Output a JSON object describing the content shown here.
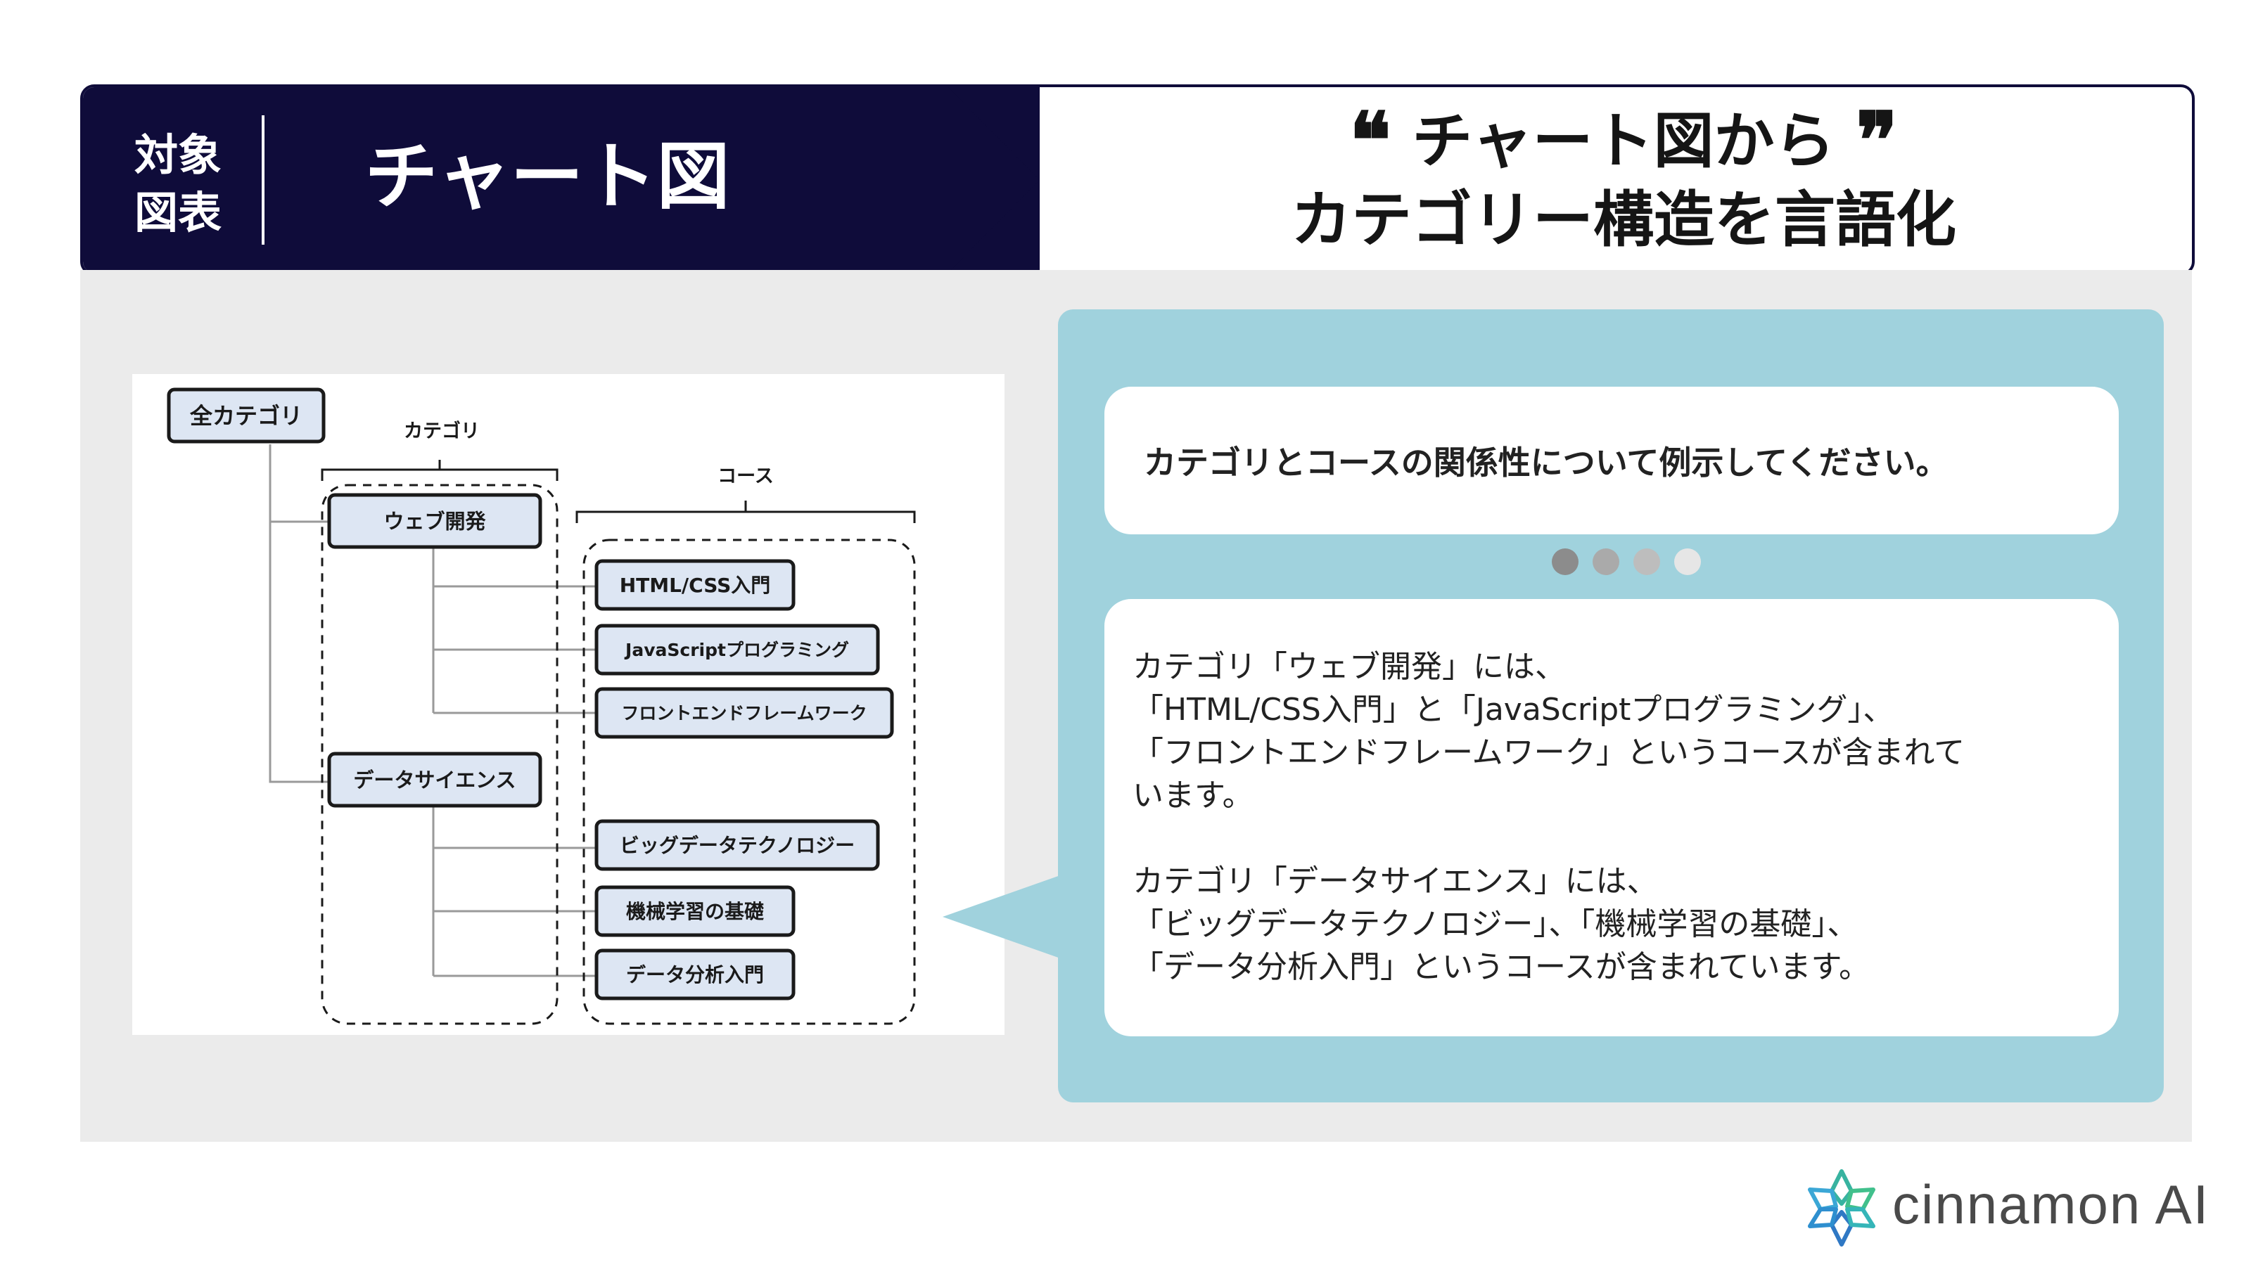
{
  "header": {
    "tag_line1": "対象",
    "tag_line2": "図表",
    "subject": "チャート図",
    "quote_line1": "チャート図から",
    "quote_line2": "カテゴリー構造を言語化",
    "quote_open": "❝",
    "quote_close": "❞"
  },
  "diagram": {
    "root": "全カテゴリ",
    "category_bracket_label": "カテゴリ",
    "course_bracket_label": "コース",
    "categories": [
      {
        "name": "ウェブ開発",
        "courses": [
          "HTML/CSS入門",
          "JavaScriptプログラミング",
          "フロントエンドフレームワーク"
        ]
      },
      {
        "name": "データサイエンス",
        "courses": [
          "ビッグデータテクノロジー",
          "機械学習の基礎",
          "データ分析入門"
        ]
      }
    ],
    "colors": {
      "node_fill": "#dde6f3",
      "node_border": "#1a1a1a",
      "line": "#9a9a9a"
    }
  },
  "chat": {
    "question": "カテゴリとコースの関係性について例示してください。",
    "answer_paragraph_1": "カテゴリ「ウェブ開発」には、\n「HTML/CSS入門」と「JavaScriptプログラミング」、\n「フロントエンドフレームワーク」というコースが含まれて\nいます。",
    "answer_paragraph_2": "カテゴリ「データサイエンス」には、\n「ビッグデータテクノロジー」、「機械学習の基礎」、\n「データ分析入門」というコースが含まれています。",
    "dot_colors": [
      "#8c8c8c",
      "#aaaaaa",
      "#bdbdbd",
      "#e6e6e6"
    ]
  },
  "logo": {
    "text": "cinnamon AI",
    "icon": "snowflake-flower-icon"
  },
  "colors": {
    "navy": "#0f0c3a",
    "panel_bg": "#ebebeb",
    "chat_bg": "#a0d2dd"
  }
}
